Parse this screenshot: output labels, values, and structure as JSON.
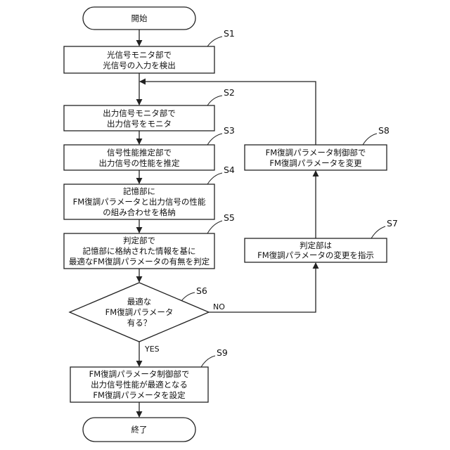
{
  "flowchart": {
    "start": "開始",
    "end": "終了",
    "steps": {
      "s1": {
        "label": "S1",
        "lines": [
          "光信号モニタ部で",
          "光信号の入力を検出"
        ]
      },
      "s2": {
        "label": "S2",
        "lines": [
          "出力信号モニタ部で",
          "出力信号をモニタ"
        ]
      },
      "s3": {
        "label": "S3",
        "lines": [
          "信号性能推定部で",
          "出力信号の性能を推定"
        ]
      },
      "s4": {
        "label": "S4",
        "lines": [
          "記憶部に",
          "FM復調パラメータと出力信号の性能",
          "の組み合わせを格納"
        ]
      },
      "s5": {
        "label": "S5",
        "lines": [
          "判定部で",
          "記憶部に格納された情報を基に",
          "最適なFM復調パラメータの有無を判定"
        ]
      },
      "s6": {
        "label": "S6",
        "lines": [
          "最適な",
          "FM復調パラメータ",
          "有る？"
        ]
      },
      "s7": {
        "label": "S7",
        "lines": [
          "判定部は",
          "FM復調パラメータの変更を指示"
        ]
      },
      "s8": {
        "label": "S8",
        "lines": [
          "FM復調パラメータ制御部で",
          "FM復調パラメータを変更"
        ]
      },
      "s9": {
        "label": "S9",
        "lines": [
          "FM復調パラメータ制御部で",
          "出力信号性能が最適となる",
          "FM復調パラメータを設定"
        ]
      }
    },
    "branches": {
      "yes": "YES",
      "no": "NO"
    }
  }
}
